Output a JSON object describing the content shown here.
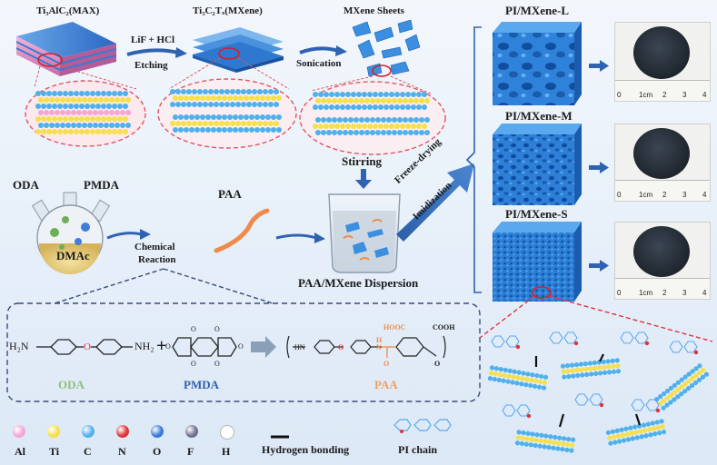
{
  "top_row": {
    "max_label": "Ti₃AlC₂(MAX)",
    "mxene_label": "Ti₃C₂Tₓ(MXene)",
    "sheets_label": "MXene Sheets",
    "etch_reagent": "LiF + HCl",
    "etching": "Etching",
    "sonication": "Sonication"
  },
  "synthesis": {
    "oda": "ODA",
    "pmda": "PMDA",
    "solvent": "DMAc",
    "paa": "PAA",
    "reaction_line1": "Chemical",
    "reaction_line2": "Reaction",
    "stirring": "Stirring",
    "dispersion": "PAA/MXene Dispersion",
    "process_line1": "Freeze-drying",
    "process_line2": "Imidization"
  },
  "products": [
    {
      "name": "PI/MXene-L"
    },
    {
      "name": "PI/MXene-M"
    },
    {
      "name": "PI/MXene-S"
    }
  ],
  "ruler_ticks": [
    "0",
    "1cm",
    "2",
    "3",
    "4"
  ],
  "reaction_scheme": {
    "oda_formula_left": "H₂N",
    "oda_formula_right": "NH₂",
    "plus": "+",
    "oda_name": "ODA",
    "pmda_name": "PMDA",
    "paa_name": "PAA",
    "paa_groups": [
      "HOOC",
      "COOH",
      "H",
      "N",
      "HN",
      "O",
      "O",
      "O"
    ]
  },
  "legend": {
    "atoms": [
      {
        "symbol": "Al",
        "color": "#f2a6d6"
      },
      {
        "symbol": "Ti",
        "color": "#f5e04a"
      },
      {
        "symbol": "C",
        "color": "#4fb0ec"
      },
      {
        "symbol": "N",
        "color": "#e0323a"
      },
      {
        "symbol": "O",
        "color": "#3a78d8"
      },
      {
        "symbol": "F",
        "color": "#6e6f8c"
      },
      {
        "symbol": "H",
        "color": "#ffffff"
      }
    ],
    "hbond_label": "Hydrogen bonding",
    "pichain_label": "PI chain"
  },
  "colors": {
    "arrow_blue": "#2f62b0",
    "mxene_blue": "#3b90e0",
    "label_green": "#8fbf7a",
    "label_blue": "#2f5fae",
    "label_orange": "#f0a060",
    "dashed_red": "#e05561",
    "dashed_navy": "#3b4b78"
  }
}
